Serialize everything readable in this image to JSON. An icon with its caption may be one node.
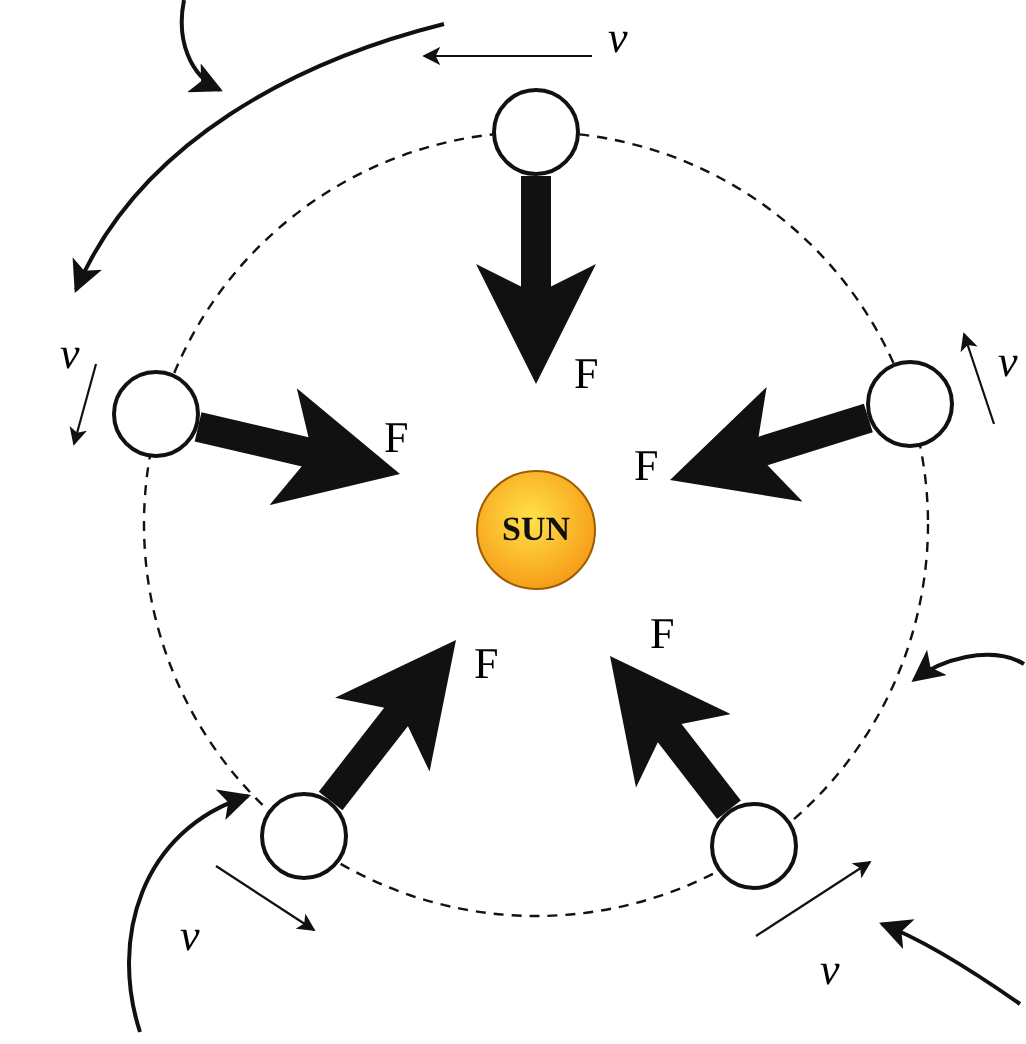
{
  "diagram": {
    "nodes": [
      {
        "text": [
          "SUN"
        ]
      },
      {
        "text": [],
        "shape": "circle"
      },
      {
        "text": [],
        "shape": "circle"
      },
      {
        "text": [],
        "shape": "circle"
      },
      {
        "text": [],
        "shape": "circle"
      },
      {
        "text": [],
        "shape": "circle"
      }
    ],
    "edges": [
      {
        "from": 1,
        "to": 0,
        "arrow": "to",
        "label": "F"
      },
      {
        "from": 2,
        "to": 0,
        "arrow": "to",
        "label": "F"
      },
      {
        "from": 3,
        "to": 0,
        "arrow": "to",
        "label": "F"
      },
      {
        "from": 4,
        "to": 0,
        "arrow": "to",
        "label": "F"
      },
      {
        "from": 5,
        "to": 0,
        "arrow": "to",
        "label": "F"
      }
    ],
    "labels": [
      "v",
      "v",
      "v",
      "v",
      "v"
    ]
  }
}
